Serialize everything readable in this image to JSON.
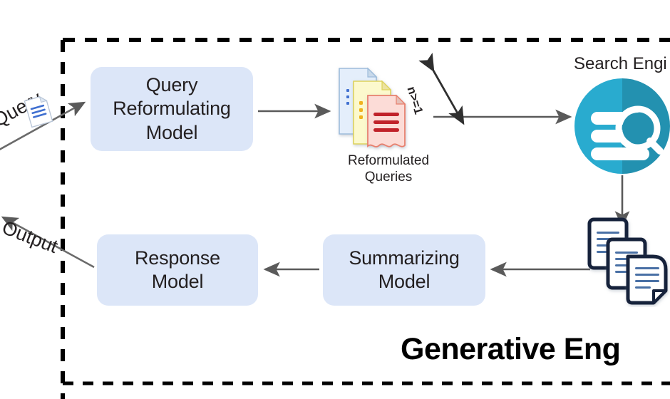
{
  "diagram": {
    "title": "Generative Engine pipeline",
    "boundary_label": "Generative Eng",
    "boundary_label_full": "Generative Engine",
    "boundary_style": "dashed"
  },
  "boxes": [
    {
      "id": "query-reformulating",
      "label": "Query\nReformulating\nModel",
      "line1": "Query",
      "line2": "Reformulating",
      "line3": "Model",
      "fill": "#dce6f8"
    },
    {
      "id": "response",
      "label": "Response\nModel",
      "line1": "Response",
      "line2": "Model",
      "fill": "#dce6f8"
    },
    {
      "id": "summarizing",
      "label": "Summarizing\nModel",
      "line1": "Summarizing",
      "line2": "Model",
      "fill": "#dce6f8"
    }
  ],
  "labels": {
    "query_input": "Query",
    "output": "Output",
    "reformulated_queries_line1": "Reformulated",
    "reformulated_queries_line2": "Queries",
    "search_engine": "Search Engi",
    "search_engine_full": "Search Engine",
    "n_count": "n>=1",
    "generative_engine": "Generative Eng"
  },
  "icons": {
    "query_document": "document-icon",
    "reformulated_documents": "document-stack-icon",
    "search_engine": "search-engine-icon",
    "retrieved_documents": "document-stack-icon"
  },
  "colors": {
    "box_fill": "#dce6f8",
    "arrow": "#5a5a5a",
    "boundary": "#000000",
    "search_engine_light": "#29abcf",
    "search_engine_dark": "#2391b0",
    "doc_blue": "#dbe9f7",
    "doc_blue_border": "#8fb7d8",
    "doc_yellow": "#fbf7c4",
    "doc_yellow_border": "#d9cf55",
    "doc_red": "#fcdbd6",
    "doc_red_border": "#e8806e",
    "doc_red_lines": "#c0232a",
    "retrieved_doc_border": "#17203a",
    "retrieved_doc_lines": "#4a6fa5",
    "text": "#231f20"
  }
}
